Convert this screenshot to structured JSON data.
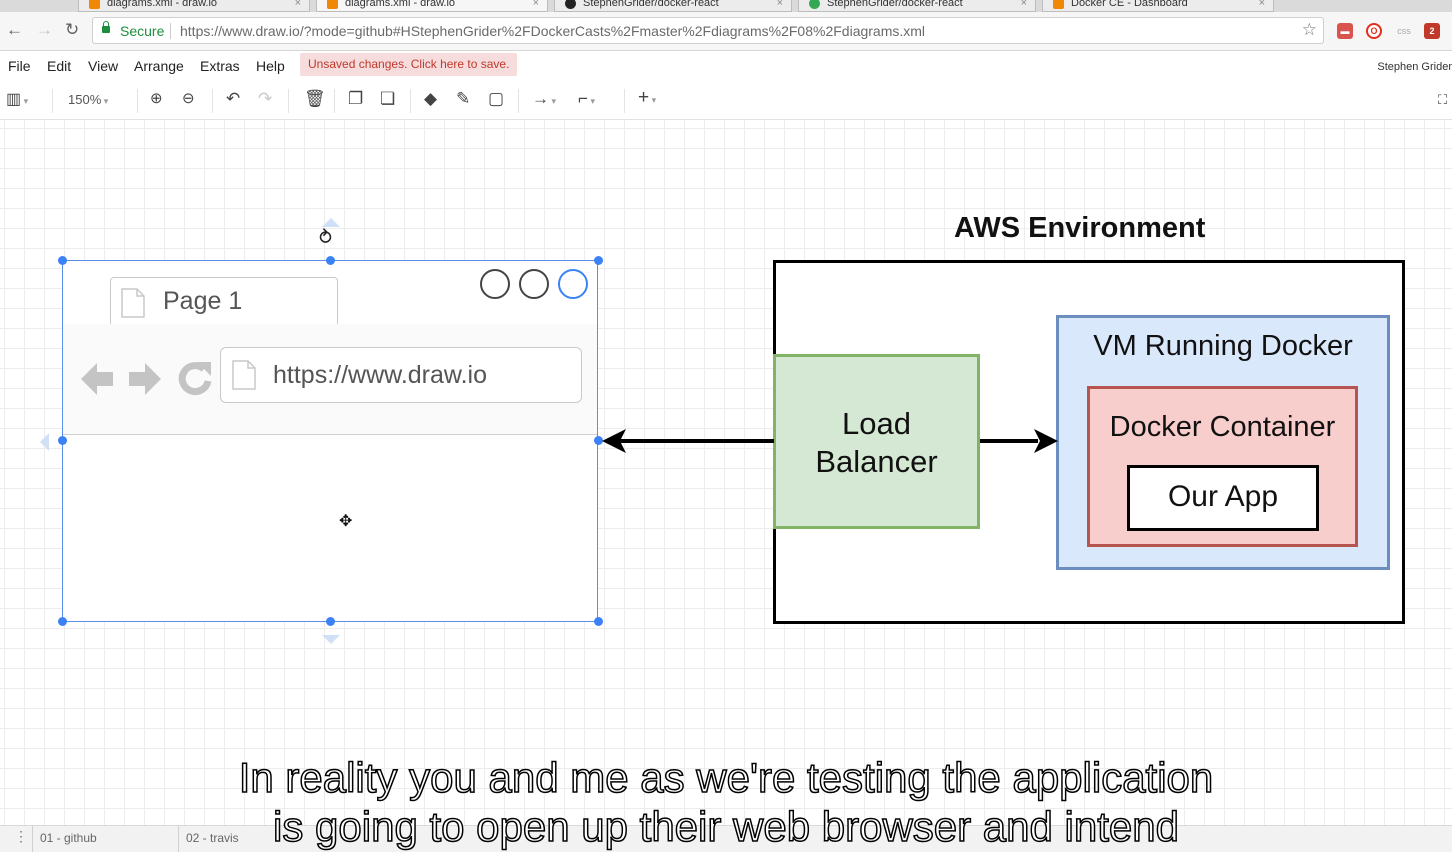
{
  "browser": {
    "tabs": [
      {
        "label": "diagrams.xml - draw.io"
      },
      {
        "label": "diagrams.xml - draw.io"
      },
      {
        "label": "StephenGrider/docker-react"
      },
      {
        "label": "StephenGrider/docker-react"
      },
      {
        "label": "Docker CE - Dashboard"
      }
    ],
    "secure_label": "Secure",
    "url": "https://www.draw.io/?mode=github#HStephenGrider%2FDockerCasts%2Fmaster%2Fdiagrams%2F08%2Fdiagrams.xml"
  },
  "menubar": {
    "items": [
      "File",
      "Edit",
      "View",
      "Arrange",
      "Extras",
      "Help"
    ],
    "unsaved": "Unsaved changes. Click here to save.",
    "user": "Stephen Grider"
  },
  "toolbar": {
    "zoom": "150%"
  },
  "diagram": {
    "mock_browser": {
      "tab_label": "Page 1",
      "url": "https://www.draw.io"
    },
    "aws_title": "AWS Environment",
    "load_balancer": [
      "Load",
      "Balancer"
    ],
    "vm_label": "VM Running Docker",
    "container_label": "Docker Container",
    "app_label": "Our App",
    "colors": {
      "load_balancer_fill": "#d5e8d4",
      "load_balancer_stroke": "#82b366",
      "vm_fill": "#dae8fc",
      "vm_stroke": "#6c8ebf",
      "container_fill": "#f8cecc",
      "container_stroke": "#b85450",
      "selection": "#3b82f6"
    }
  },
  "pages": [
    "01 - github",
    "02 - travis"
  ],
  "subtitles": [
    "In reality you and me as we're testing the application",
    "is going to open up their web browser and intend"
  ]
}
